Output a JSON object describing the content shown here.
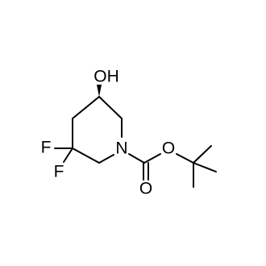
{
  "molecule": {
    "atoms": {
      "hydroxyl": "OH",
      "fluorine_top": "F",
      "fluorine_bottom": "F",
      "nitrogen": "N",
      "ester_oxygen": "O",
      "carbonyl_oxygen": "O"
    }
  },
  "colors": {
    "bond": "#000000",
    "text": "#000000",
    "background": "#ffffff"
  }
}
